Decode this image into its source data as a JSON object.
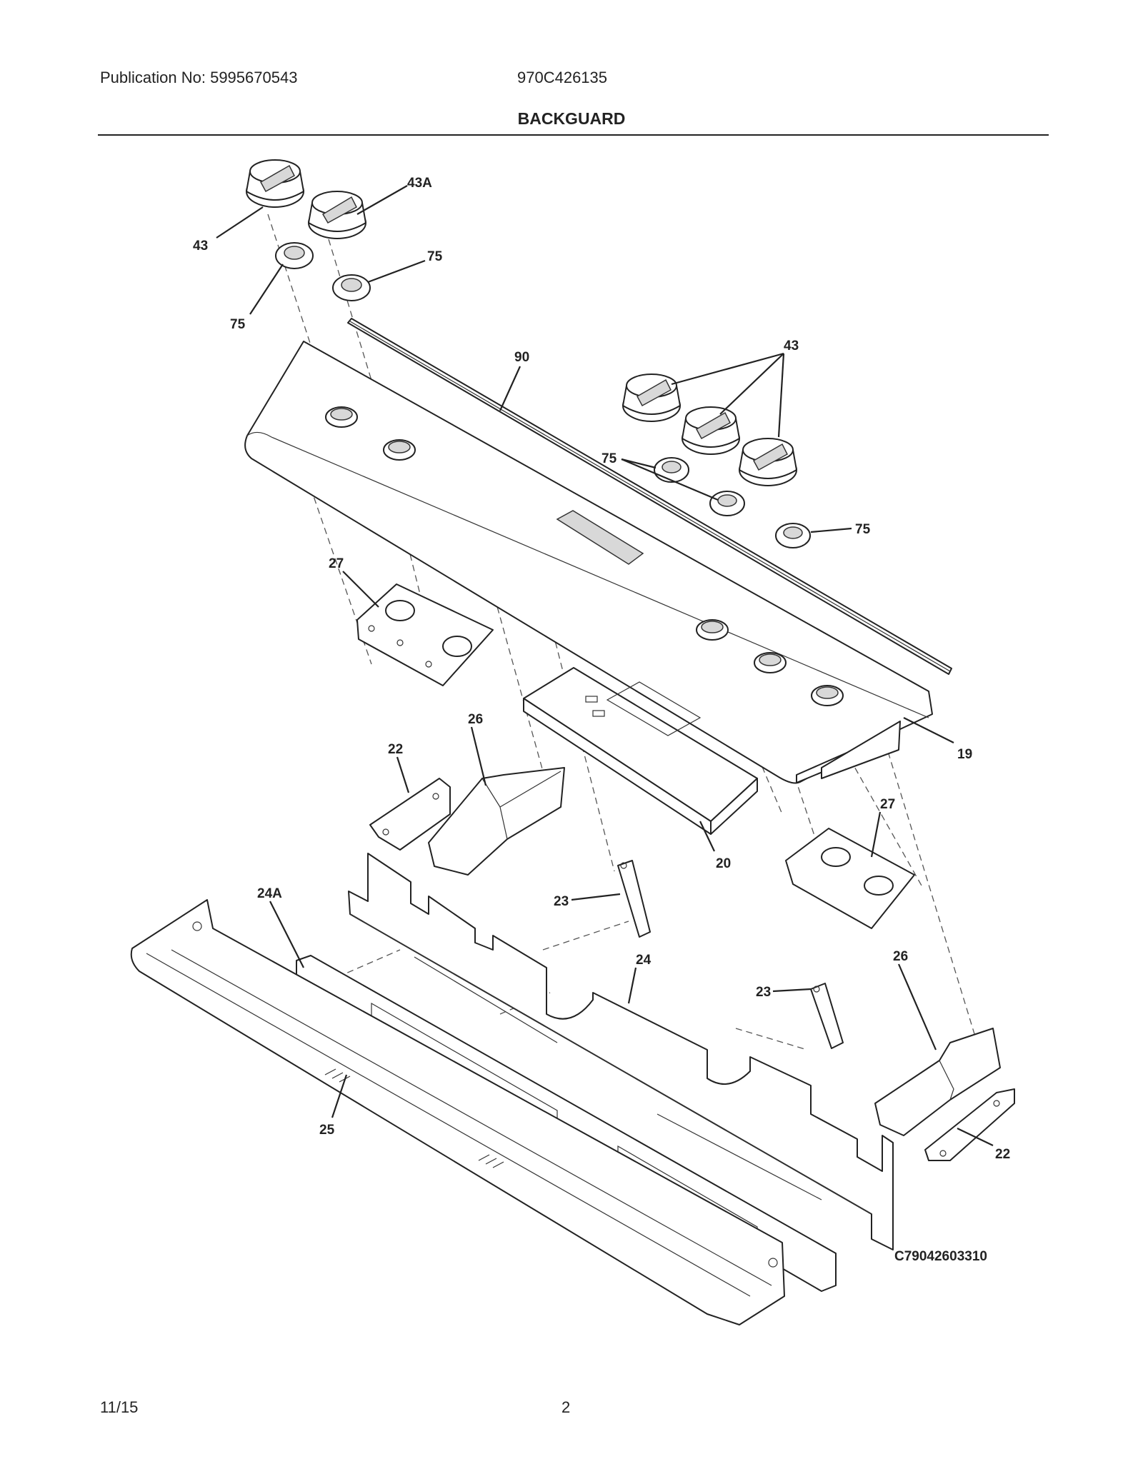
{
  "header": {
    "publication": "Publication No: 5995670543",
    "model": "970C426135",
    "title": "BACKGUARD"
  },
  "footer": {
    "date": "11/15",
    "page": "2"
  },
  "diagram": {
    "code": "C79042603310",
    "callouts": {
      "c43a": "43",
      "c43A": "43A",
      "c75a": "75",
      "c75b": "75",
      "c90": "90",
      "c43b": "43",
      "c75c": "75",
      "c75d": "75",
      "c27a": "27",
      "c26a": "26",
      "c22a": "22",
      "c19": "19",
      "c20": "20",
      "c27b": "27",
      "c24A": "24A",
      "c23a": "23",
      "c24": "24",
      "c26b": "26",
      "c23b": "23",
      "c25": "25",
      "c22b": "22"
    }
  }
}
